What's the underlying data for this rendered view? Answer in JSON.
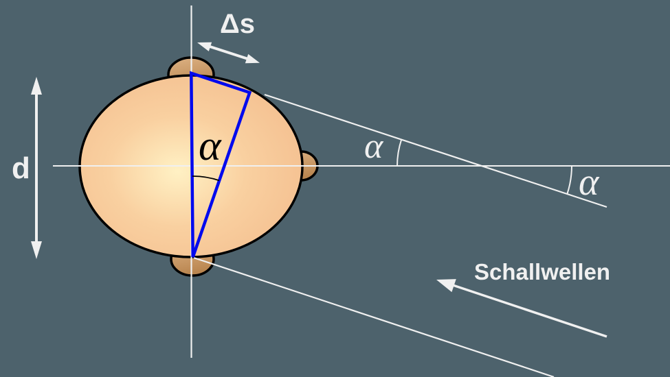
{
  "diagram": {
    "description": "Top view of a head showing interaural path difference of sound waves",
    "labels": {
      "delta_s": "Δs",
      "d": "d",
      "alpha_head": "α",
      "alpha_upper": "α",
      "alpha_lower": "α",
      "sound_waves": "Schallwellen"
    },
    "colors": {
      "background": "#4d626c",
      "line": "#f0f0f0",
      "text": "#f0f0f0",
      "triangle": "#0009ee",
      "outline": "#000000",
      "angle_arc_head": "#000000",
      "skin_light": "#fff1c4",
      "skin_mid": "#f9d0a0",
      "skin_dark": "#f3bc8d",
      "ear_light": "#ddb284",
      "ear_dark": "#b9854f"
    }
  }
}
